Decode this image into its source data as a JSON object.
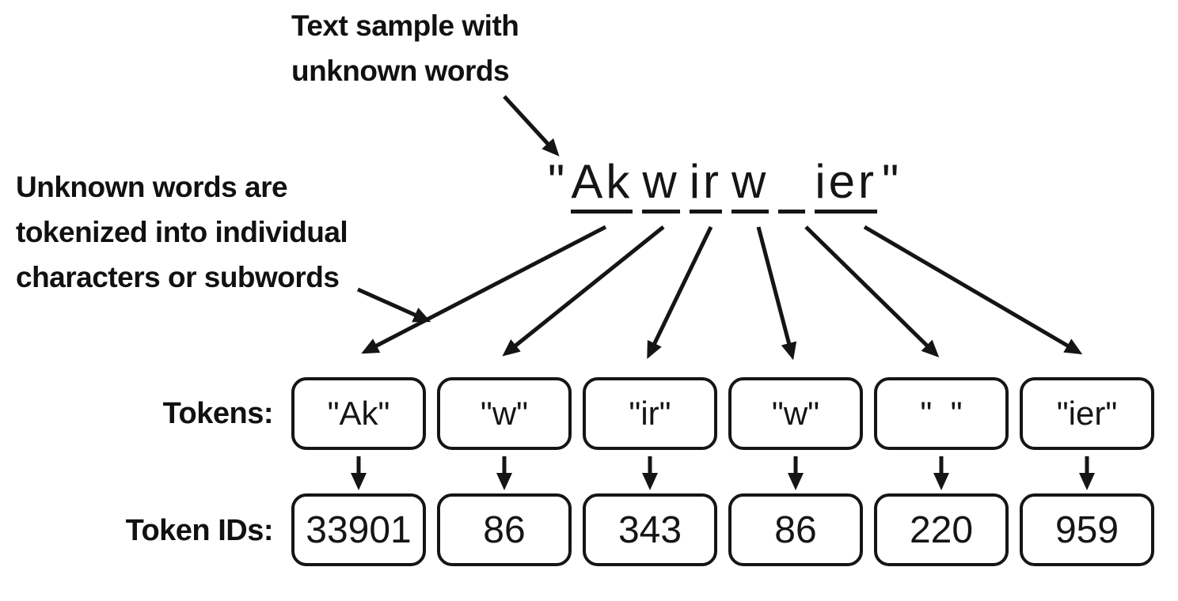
{
  "annotations": {
    "top": {
      "lines": [
        "Text sample with",
        "unknown words"
      ]
    },
    "left": {
      "lines": [
        "Unknown words are",
        "tokenized into individual",
        "characters or subwords"
      ]
    }
  },
  "sample": {
    "open_quote": "\"",
    "close_quote": "\"",
    "segments": [
      "Ak",
      "w",
      "ir",
      "w",
      " ",
      "ier"
    ]
  },
  "tokens": {
    "label": "Tokens:",
    "items": [
      "\"Ak\"",
      "\"w\"",
      "\"ir\"",
      "\"w\"",
      "\"  \"",
      "\"ier\""
    ]
  },
  "token_ids": {
    "label": "Token IDs:",
    "items": [
      "33901",
      "86",
      "343",
      "86",
      "220",
      "959"
    ]
  },
  "colors": {
    "ink": "#151515",
    "background": "#ffffff"
  }
}
